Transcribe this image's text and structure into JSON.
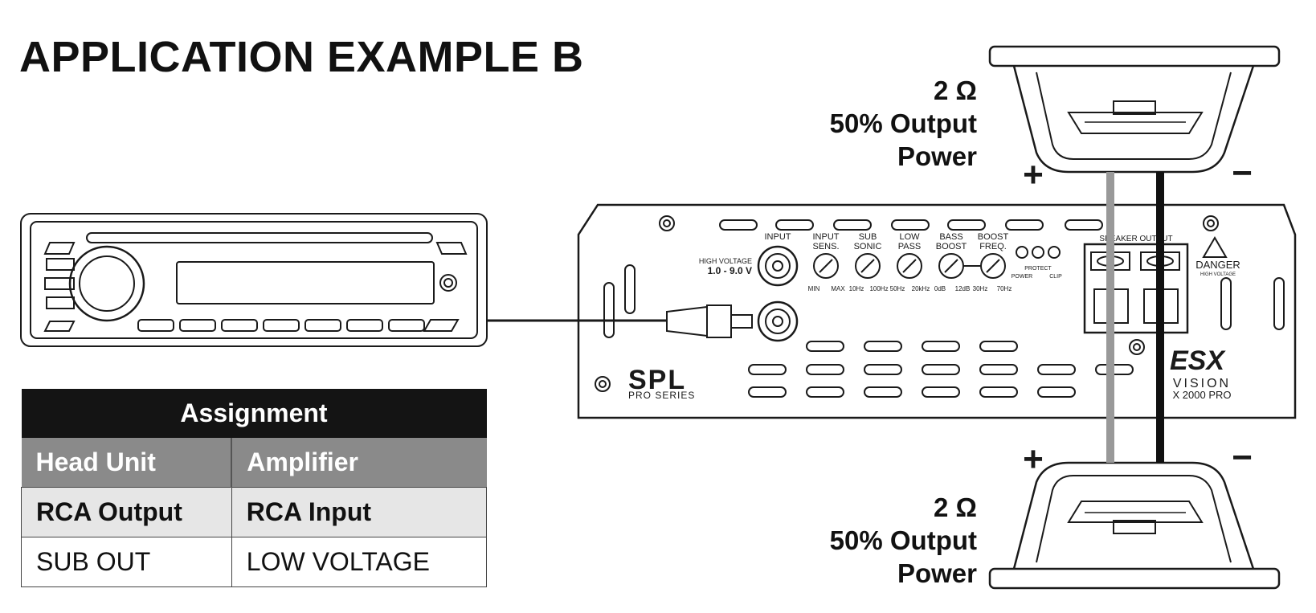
{
  "title": "APPLICATION EXAMPLE B",
  "speaker_top": {
    "ohm": "2 Ω",
    "power_line1": "50% Output",
    "power_line2": "Power",
    "plus": "+",
    "minus": "−"
  },
  "speaker_bottom": {
    "ohm": "2 Ω",
    "power_line1": "50% Output",
    "power_line2": "Power",
    "plus": "+",
    "minus": "−"
  },
  "amplifier": {
    "high_voltage": "HIGH VOLTAGE",
    "voltage_range": "1.0 - 9.0 V",
    "controls": [
      {
        "line1": "INPUT",
        "line2": ""
      },
      {
        "line1": "INPUT",
        "line2": "SENS."
      },
      {
        "line1": "SUB",
        "line2": "SONIC"
      },
      {
        "line1": "LOW",
        "line2": "PASS"
      },
      {
        "line1": "BASS",
        "line2": "BOOST"
      },
      {
        "line1": "BOOST",
        "line2": "FREQ."
      }
    ],
    "ranges": [
      "MIN",
      "MAX",
      "10Hz",
      "100Hz",
      "50Hz",
      "20kHz",
      "0dB",
      "12dB",
      "30Hz",
      "70Hz"
    ],
    "leds": [
      "POWER",
      "PROTECT",
      "CLIP"
    ],
    "speaker_output": "SPEAKER OUTPUT",
    "danger": "DANGER",
    "danger_sub": "HIGH VOLTAGE",
    "spl_logo": "SPL",
    "pro_series": "PRO SERIES",
    "esx_logo": "ESX",
    "vision": "VISION",
    "model": "X 2000 PRO"
  },
  "table": {
    "header": "Assignment",
    "columns": [
      "Head Unit",
      "Amplifier"
    ],
    "rows": [
      [
        "RCA Output",
        "RCA Input"
      ],
      [
        "SUB OUT",
        "LOW VOLTAGE"
      ]
    ]
  },
  "colors": {
    "line": "#1a1a1a",
    "positive_wire": "#999999",
    "negative_wire": "#111111",
    "table_header": "#141414",
    "table_cols": "#8a8a8a",
    "table_row1": "#e6e6e6"
  }
}
